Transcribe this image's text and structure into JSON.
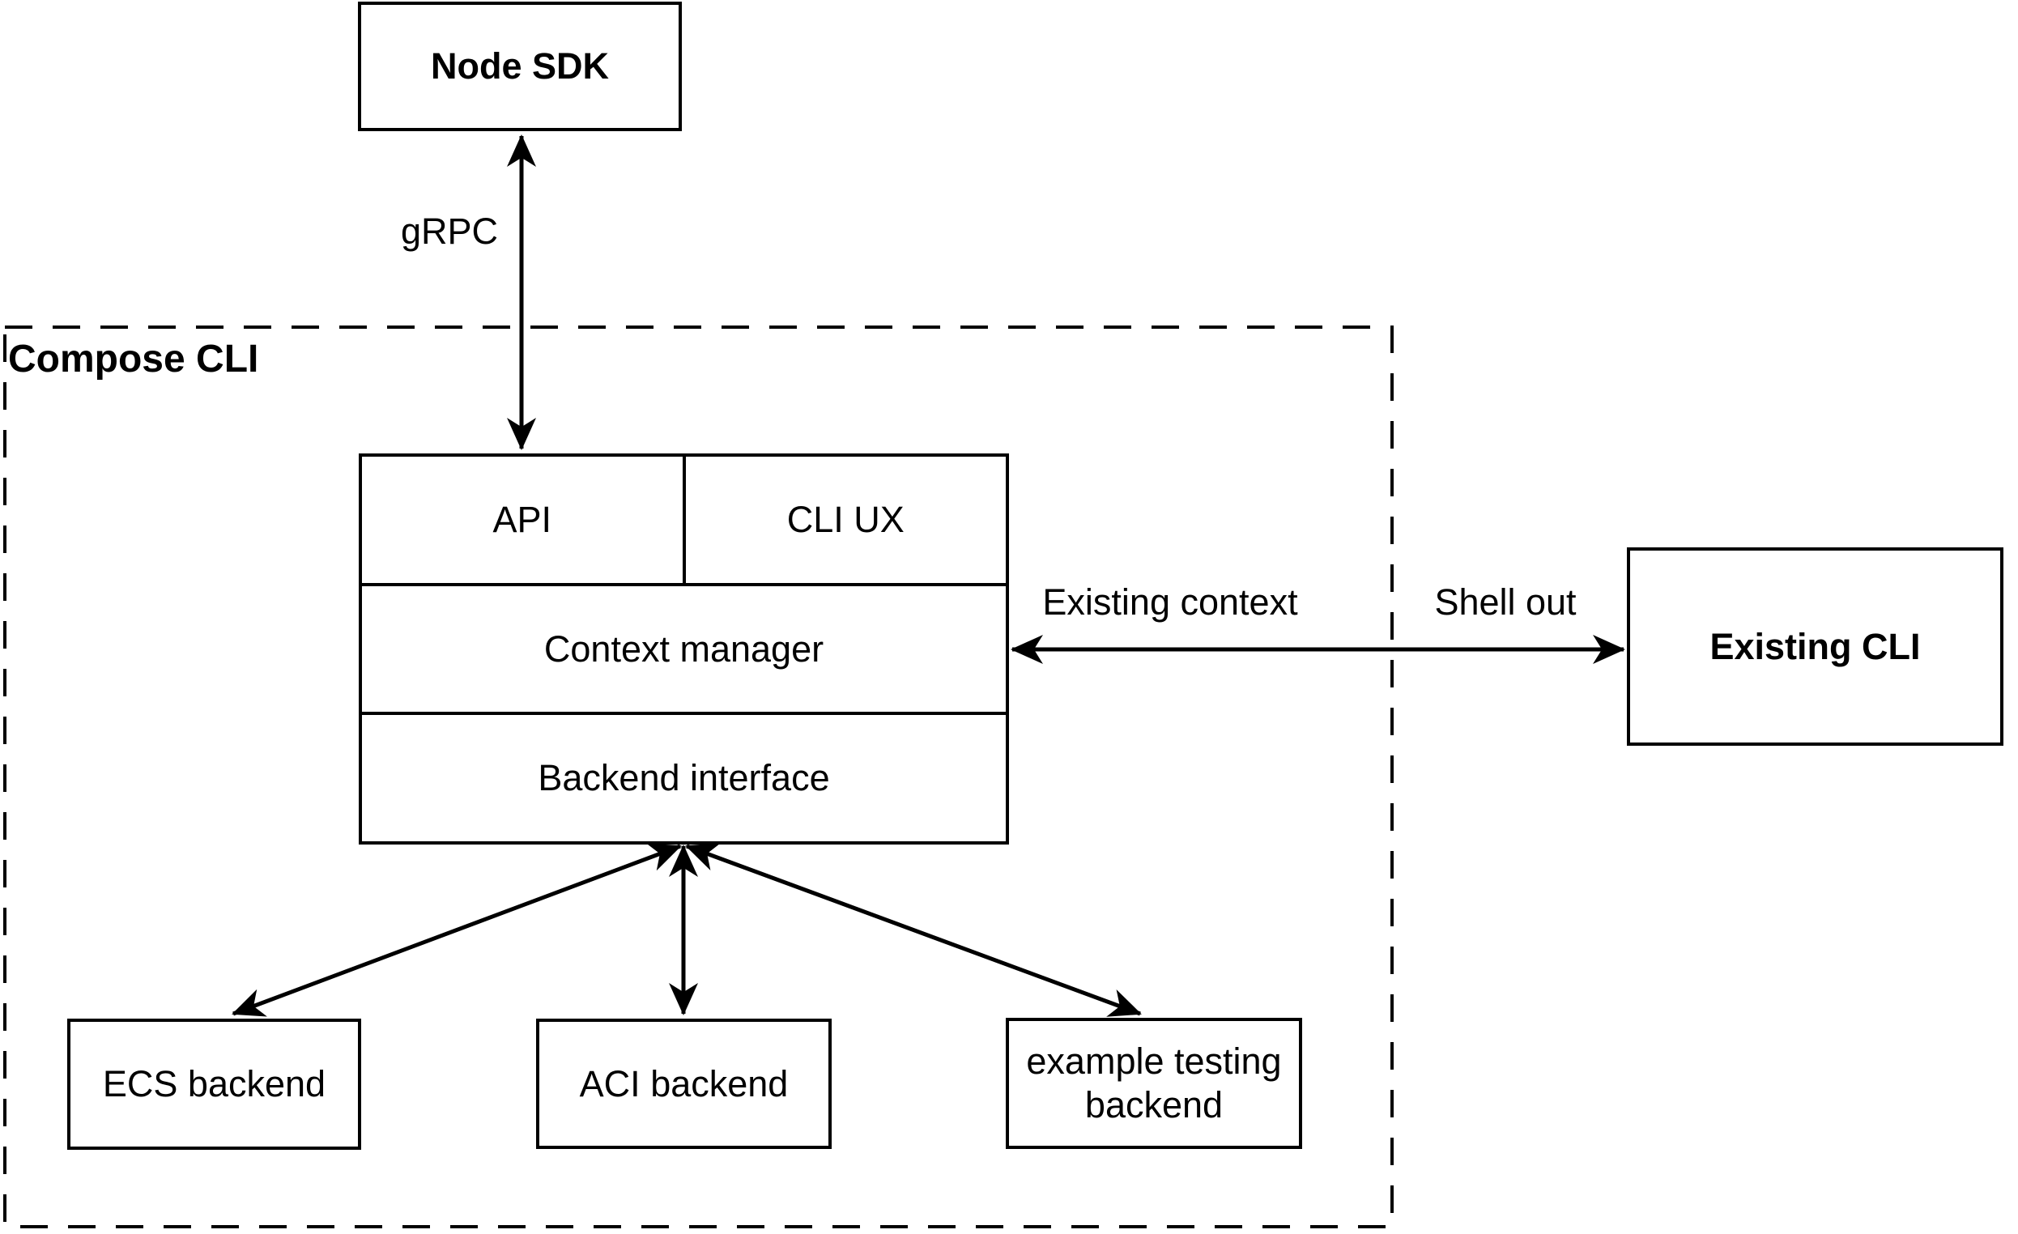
{
  "colors": {
    "background": "#ffffff",
    "stroke": "#000000",
    "text": "#000000"
  },
  "container": {
    "label": "Compose CLI"
  },
  "nodes": {
    "node_sdk": {
      "label": "Node SDK"
    },
    "api": {
      "label": "API"
    },
    "cli_ux": {
      "label": "CLI UX"
    },
    "context_manager": {
      "label": "Context manager"
    },
    "backend_interface": {
      "label": "Backend interface"
    },
    "existing_cli": {
      "label": "Existing CLI"
    },
    "ecs_backend": {
      "label": "ECS backend"
    },
    "aci_backend": {
      "label": "ACI backend"
    },
    "example_testing_backend": {
      "label": "example testing backend"
    }
  },
  "edges": {
    "grpc": {
      "label": "gRPC"
    },
    "existing_context": {
      "label": "Existing context"
    },
    "shell_out": {
      "label": "Shell out"
    }
  }
}
